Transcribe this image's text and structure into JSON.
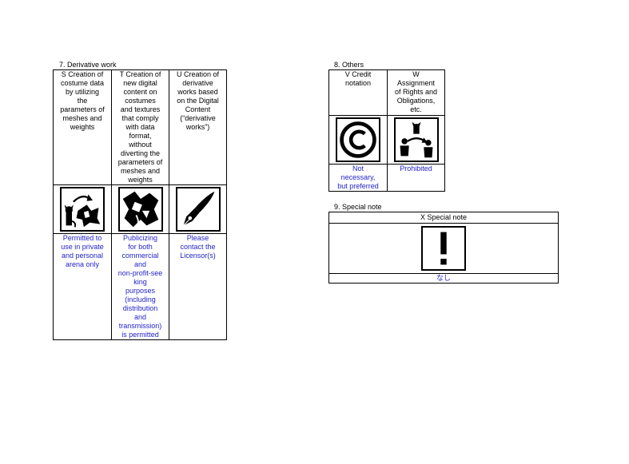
{
  "derivative": {
    "title": "7. Derivative work",
    "columns": [
      {
        "header": "S Creation of\ncostume data\nby utilizing\nthe\nparameters of\nmeshes and\nweights",
        "icon": "costume-derivative-icon",
        "note": "Permitted to\nuse in private\nand personal\narena only"
      },
      {
        "header": "T Creation of\nnew digital\ncontent on\ncostumes\nand textures\nthat comply\nwith data\nformat,\nwithout\ndiverting the\nparameters of\nmeshes and\nweights",
        "icon": "costume-fabric-icon",
        "note": "Publicizing\nfor both\ncommercial\nand\nnon-profit-see\nking\npurposes\n(including\ndistribution\nand\ntransmission)\nis permitted"
      },
      {
        "header": "U Creation of\nderivative\nworks based\non the Digital\nContent\n(“derivative\nworks”)",
        "icon": "pen-nib-icon",
        "note": "Please\ncontact the\nLicensor(s)"
      }
    ]
  },
  "others": {
    "title": "8. Others",
    "columns": [
      {
        "header": "V Credit\nnotation",
        "icon": "copyright-icon",
        "note": "Not\nnecessary,\nbut preferred"
      },
      {
        "header": "W\nAssignment\nof Rights and\nObligations,\netc.",
        "icon": "rights-transfer-icon",
        "note": "Prohibited"
      }
    ]
  },
  "special": {
    "title": "9. Special note",
    "header": "X Special note",
    "icon": "exclamation-icon",
    "note": "なし"
  },
  "colors": {
    "note_text": "#1f1fc8",
    "border": "#000000"
  }
}
